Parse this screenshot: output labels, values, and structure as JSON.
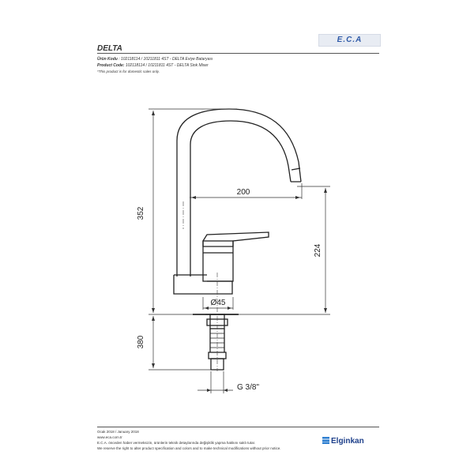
{
  "header": {
    "title": "DELTA",
    "logo": "E.C.A"
  },
  "meta": {
    "tr_label": "Ürün Kodu",
    "tr_value": ": 102118114 / 10211811 4ST - DELTA Eviye Bataryası",
    "en_label": "Product Code:",
    "en_value": "102118114 / 10211811 4ST - DELTA Sink Mixer",
    "note": "*This product is for domestic sales only."
  },
  "drawing": {
    "dim_height": "352",
    "dim_reach": "200",
    "dim_spout": "224",
    "dim_diameter": "Ø45",
    "dim_hose": "380",
    "dim_thread": "G 3/8\""
  },
  "footer": {
    "date": "Ocak 2018 / January 2018",
    "url": "www.eca.com.tr",
    "tr_notice": "E.C.A. önceden haber vermeksizin, ürünlerin teknik detaylarında değişiklik yapma hakkını saklı tutar.",
    "en_notice": "We reserve the right to alter product specification and colors and to make technical modifications without prior notice.",
    "brand": "Elginkan"
  }
}
